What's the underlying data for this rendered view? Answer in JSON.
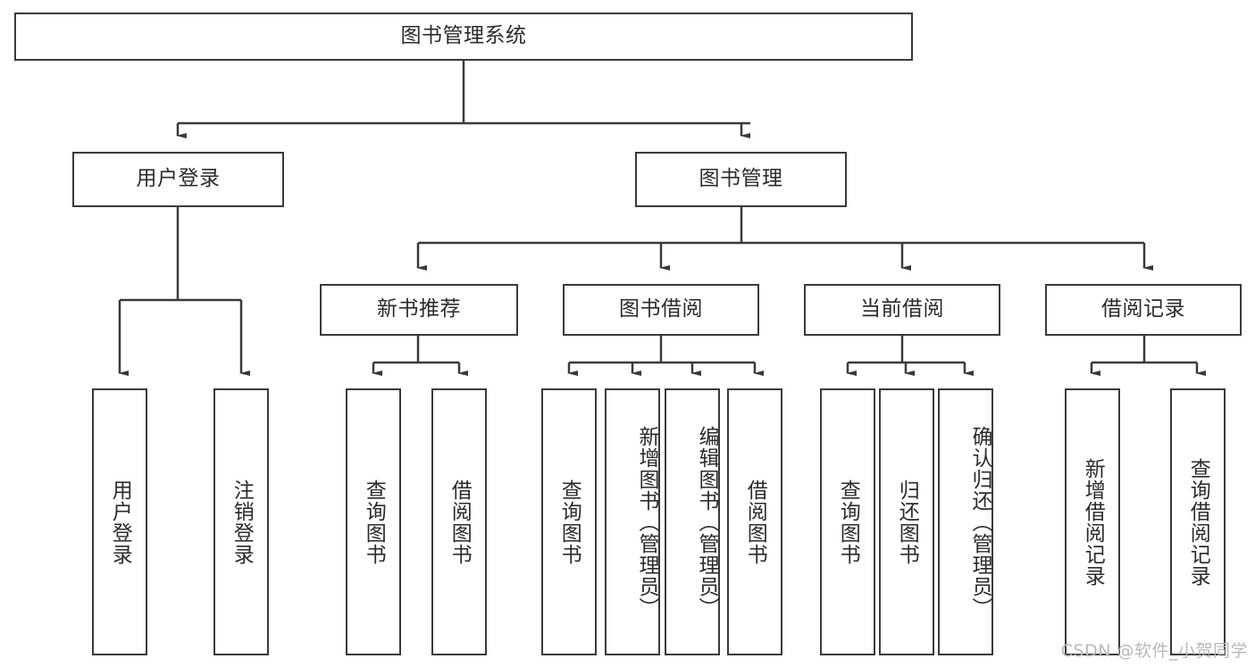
{
  "diagram": {
    "title": "图书管理系统",
    "type": "hierarchy-tree",
    "colors": {
      "box_border": "#3a3a3a",
      "box_fill": "#ffffff",
      "text": "#2b2b2b",
      "edge": "#3a3a3a",
      "watermark": "#b9b9b9"
    },
    "levels": {
      "root": {
        "label": "图书管理系统"
      },
      "level2": [
        {
          "label": "用户登录"
        },
        {
          "label": "图书管理"
        }
      ],
      "level3": [
        {
          "label": "新书推荐"
        },
        {
          "label": "图书借阅"
        },
        {
          "label": "当前借阅"
        },
        {
          "label": "借阅记录"
        }
      ],
      "leaves": [
        {
          "label": "用户登录",
          "parent": "用户登录"
        },
        {
          "label": "注销登录",
          "parent": "用户登录"
        },
        {
          "label": "查询图书",
          "parent": "新书推荐"
        },
        {
          "label": "借阅图书",
          "parent": "新书推荐"
        },
        {
          "label": "查询图书",
          "parent": "图书借阅"
        },
        {
          "label": "新增图书（管理员）",
          "parent": "图书借阅"
        },
        {
          "label": "编辑图书（管理员）",
          "parent": "图书借阅"
        },
        {
          "label": "借阅图书",
          "parent": "图书借阅"
        },
        {
          "label": "查询图书",
          "parent": "当前借阅"
        },
        {
          "label": "归还图书",
          "parent": "当前借阅"
        },
        {
          "label": "确认归还（管理员）",
          "parent": "当前借阅"
        },
        {
          "label": "新增借阅记录",
          "parent": "借阅记录"
        },
        {
          "label": "查询借阅记录",
          "parent": "借阅记录"
        }
      ]
    }
  },
  "watermark": {
    "text": "CSDN @软件_小贺同学"
  }
}
